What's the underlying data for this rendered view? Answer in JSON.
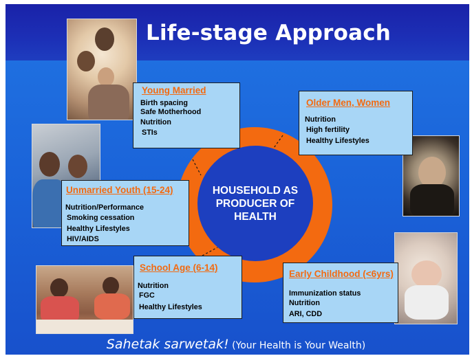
{
  "title": "Life-stage Approach",
  "center": {
    "text": "HOUSEHOLD AS\nPRODUCER OF\nHEALTH"
  },
  "boxes": {
    "young_married": {
      "title": "Young Married",
      "items": [
        "Birth spacing",
        "Safe Motherhood",
        "Nutrition",
        "STIs"
      ]
    },
    "older": {
      "title": "Older Men,  Women",
      "items": [
        "Nutrition",
        "High fertility",
        "Healthy Lifestyles"
      ]
    },
    "unmarried": {
      "title": "Unmarried Youth (15-24)",
      "items": [
        "Nutrition/Performance",
        "Smoking cessation",
        "Healthy Lifestyles",
        "HIV/AIDS"
      ]
    },
    "school": {
      "title": "School Age (6-14)",
      "items": [
        "Nutrition",
        "FGC",
        "Healthy Lifestyles"
      ]
    },
    "early": {
      "title": "Early Childhood (<6yrs)",
      "items": [
        "Immunization status",
        "Nutrition",
        "ARI, CDD"
      ]
    }
  },
  "footer": {
    "main": "Sahetak sarwetak!",
    "sub": " (Your Health is Your Wealth)"
  },
  "colors": {
    "title_band": "#1c2fb6",
    "main_band": "#1a62d8",
    "ring": "#f36a10",
    "hub": "#1d3fbf",
    "box": "#a8d6f6",
    "box_title": "#f36a10"
  }
}
